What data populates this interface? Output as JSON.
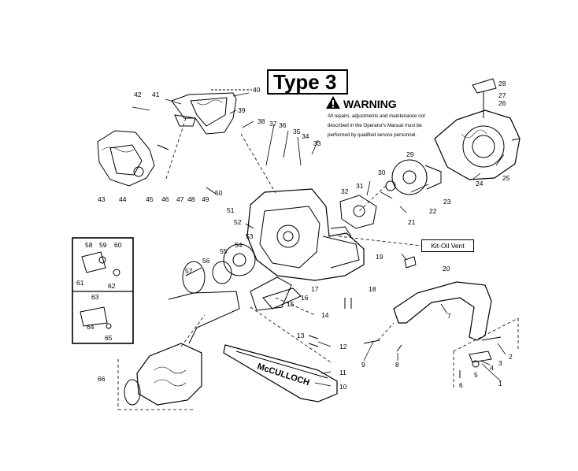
{
  "title": "Type 3",
  "warning": {
    "heading": "WARNING",
    "lines": [
      "All repairs, adjustments and maintenance not",
      "described in the Operator's Manual must be",
      "performed by qualified  service personnel."
    ]
  },
  "callout": {
    "label": "Kit-Oil Vent",
    "number": "20"
  },
  "bar_brand": "McCULLOCH",
  "part_numbers": [
    "1",
    "2",
    "3",
    "4",
    "5",
    "6",
    "7",
    "8",
    "9",
    "10",
    "11",
    "12",
    "13",
    "14",
    "15",
    "16",
    "17",
    "18",
    "19",
    "21",
    "22",
    "23",
    "24",
    "25",
    "26",
    "27",
    "28",
    "29",
    "30",
    "31",
    "32",
    "33",
    "34",
    "35",
    "36",
    "37",
    "38",
    "39",
    "40",
    "41",
    "42",
    "43",
    "44",
    "45",
    "46",
    "47",
    "48",
    "49",
    "50",
    "51",
    "52",
    "53",
    "54",
    "55",
    "56",
    "57",
    "58",
    "59",
    "60",
    "61",
    "62",
    "63",
    "64",
    "65",
    "66"
  ]
}
